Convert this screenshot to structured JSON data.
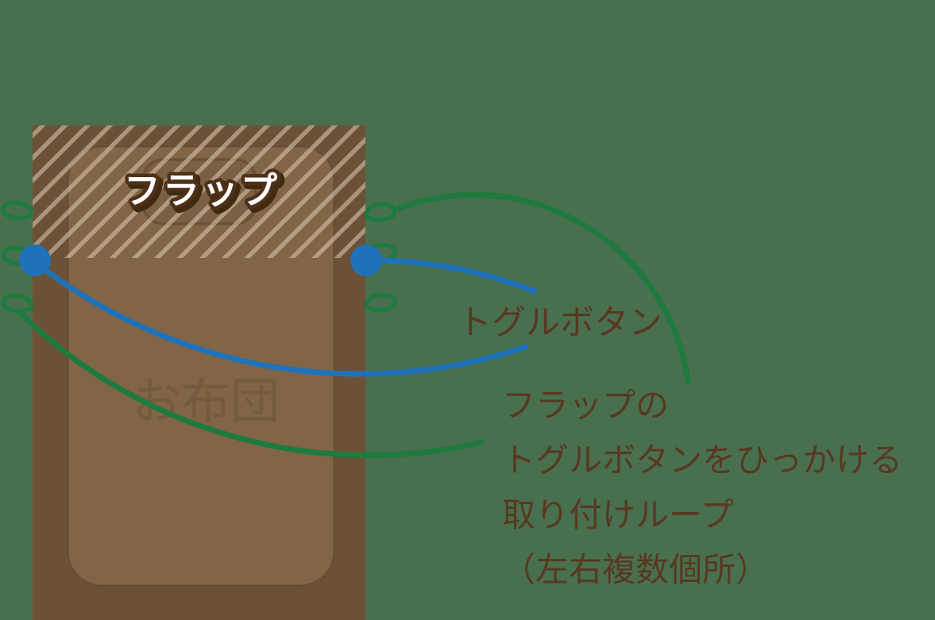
{
  "title": "Futon cover flap attachment diagram",
  "colors": {
    "background": "#48704F",
    "fabric_outer": "#6C5136",
    "fabric_inner": "#826546",
    "pillow_fill": "#7C6043",
    "pillow_stroke": "#6B5134",
    "hatch_stripe": "#DACAB8",
    "flap_text_fill": "#FFFFFF",
    "flap_text_stroke": "#4E3118",
    "flap_text_shadow": "#3F2A12",
    "futon_text": "#745A3E",
    "label_text": "#583821",
    "toggle_blue": "#1F72BA",
    "loop_green": "#1E7A3E"
  },
  "diagram": {
    "flap_label": "フラップ",
    "futon_label": "お布団",
    "toggle_label": "トグルボタン",
    "loop_note_lines": [
      "フラップの",
      "トグルボタンをひっかける",
      "取り付けループ",
      "（左右複数個所）"
    ]
  }
}
